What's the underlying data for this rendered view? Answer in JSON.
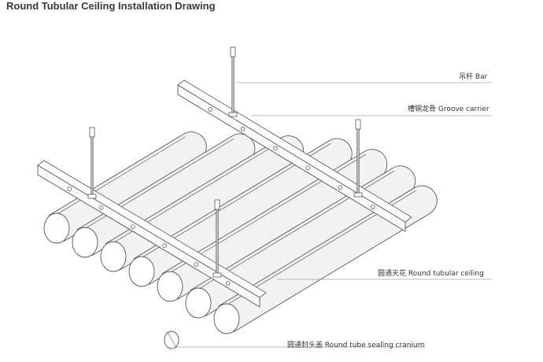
{
  "title": "Round Tubular Ceiling Installation Drawing",
  "labels": {
    "bar": "吊杆 Bar",
    "groove_carrier": "槽钢龙骨 Groove carrier",
    "tubular_ceiling": "圆通天花 Round tubular ceiling",
    "sealing_cranium": "圆通封头盖 Round tube sealing cranium"
  },
  "colors": {
    "line": "#555555",
    "tube_fill": "#f2f2f2",
    "steel_fill": "#fafafa",
    "leader": "#777777"
  }
}
